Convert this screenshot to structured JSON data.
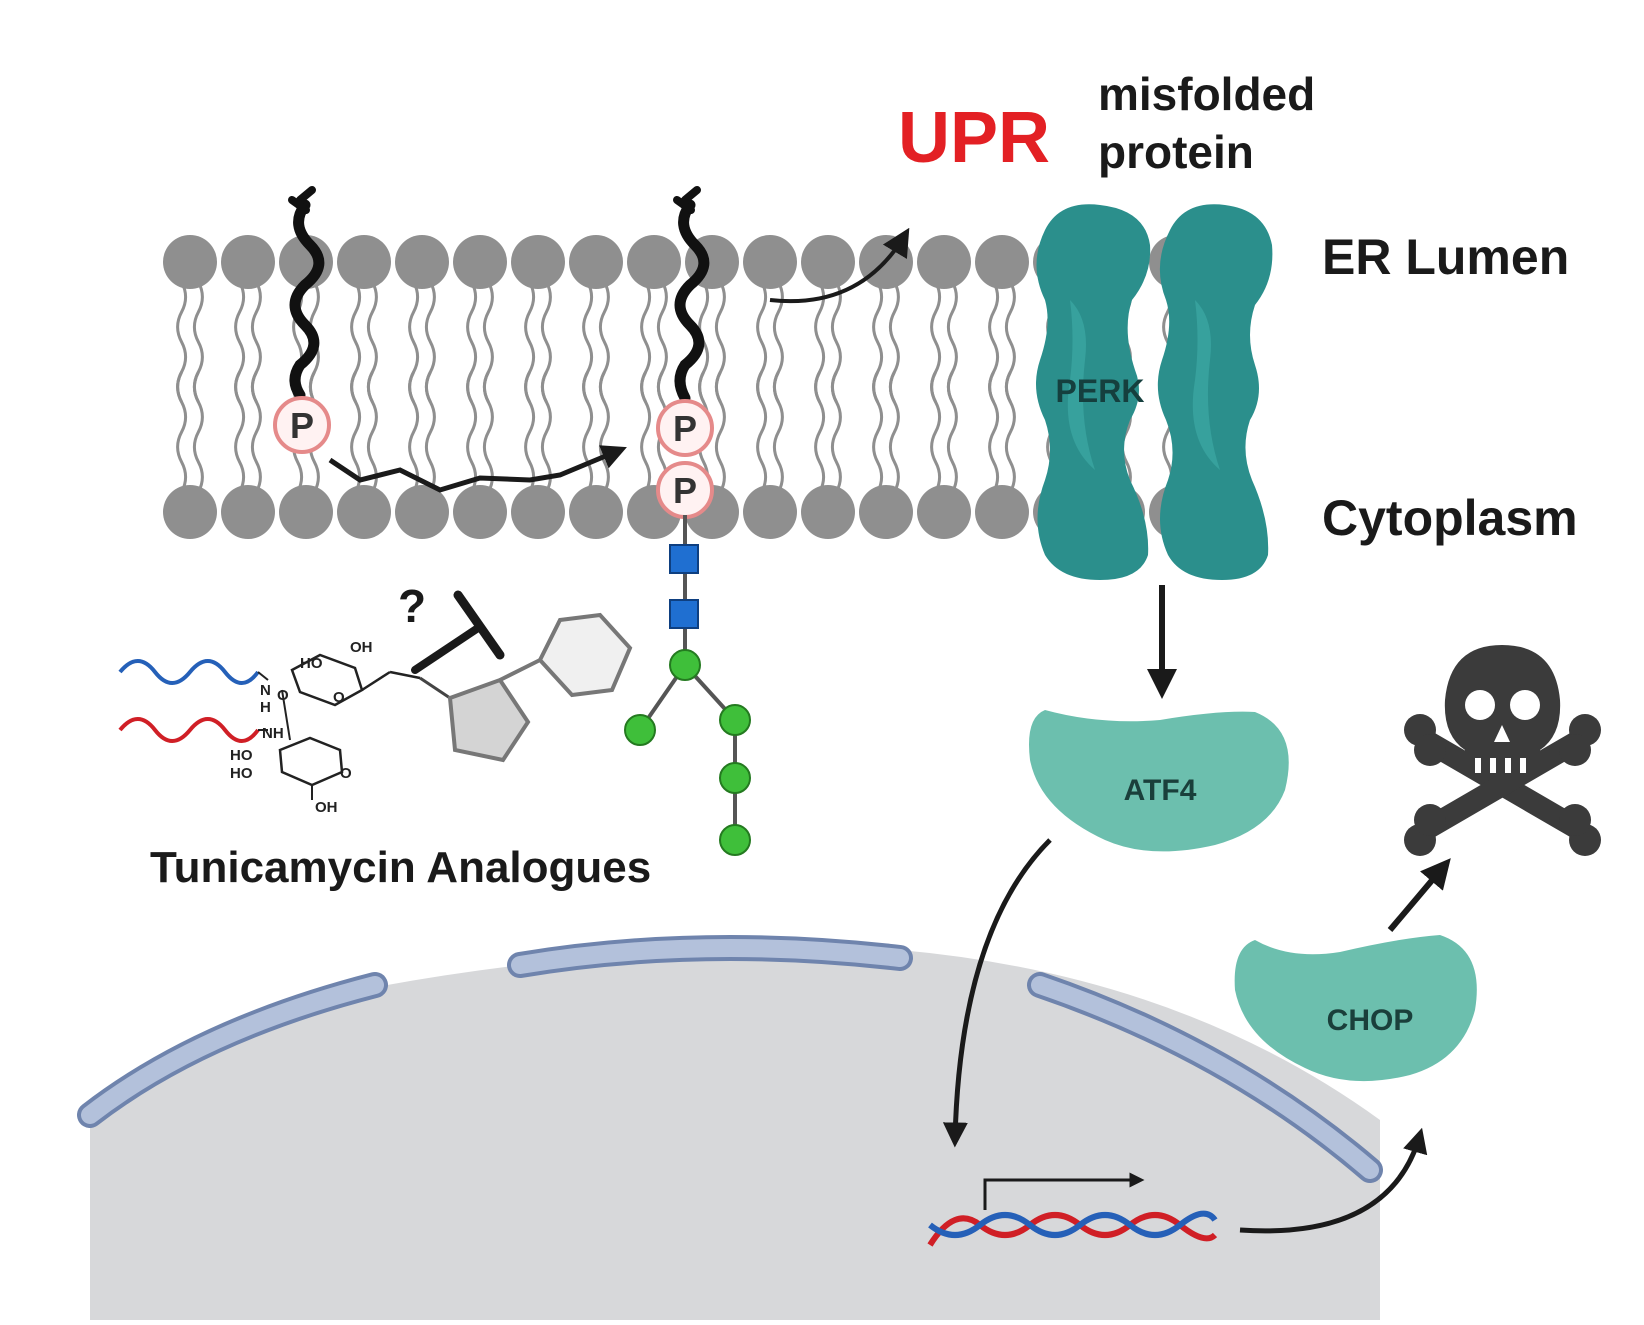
{
  "labels": {
    "upr": "UPR",
    "misfolded_line1": "misfolded",
    "misfolded_line2": "protein",
    "er_lumen": "ER Lumen",
    "cytoplasm": "Cytoplasm",
    "perk": "PERK",
    "atf4": "ATF4",
    "chop": "CHOP",
    "tunicamycin": "Tunicamycin Analogues",
    "question": "?",
    "phospho": "P"
  },
  "structure_labels": {
    "ho1": "HO",
    "oh1": "OH",
    "n": "N",
    "h": "H",
    "o1": "O",
    "o2": "O",
    "nh": "NH",
    "ho2": "HO",
    "ho3": "HO",
    "o3": "O",
    "oh2": "OH"
  },
  "colors": {
    "upr": "#e32024",
    "lipid_head": "#8f8f8f",
    "lipid_tail": "#8f8f8f",
    "perk": "#2b8f8c",
    "perk_light": "#3da8a4",
    "protein": "#6cbfae",
    "nucleus": "#d7d8da",
    "envelope": "#a9b8d3",
    "envelope_edge": "#6f84ad",
    "glcnac": "#1f6fd1",
    "mannose": "#3fbf3a",
    "dna_red": "#d01f26",
    "dna_blue": "#2560b8",
    "skull": "#3b3b3b",
    "arrow": "#1a1a1a"
  },
  "icons": {
    "death": "skull-crossbones-icon",
    "inhibition": "inhibition-t-bar-icon"
  }
}
